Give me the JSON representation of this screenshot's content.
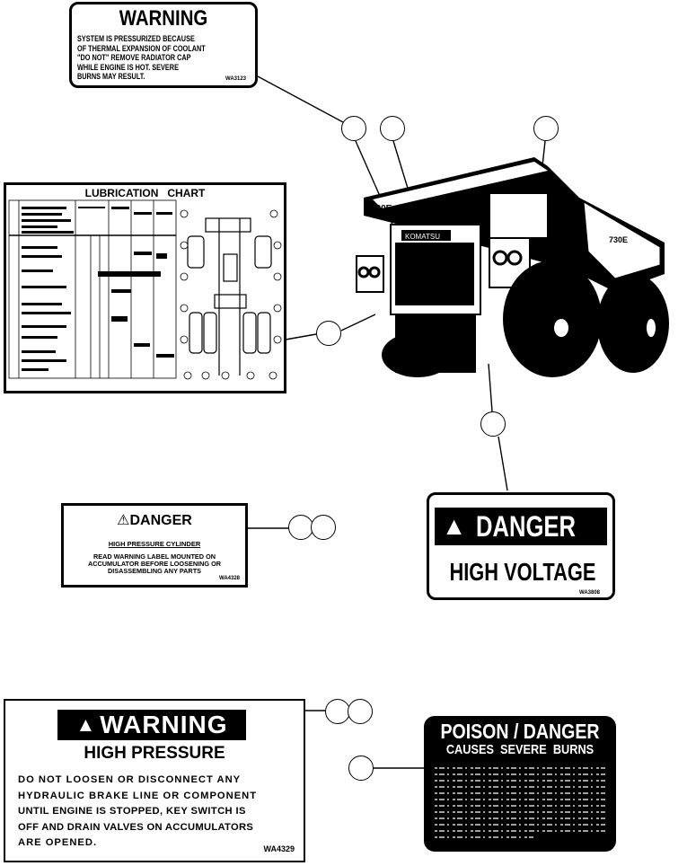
{
  "labels": {
    "radiator_warning": {
      "title": "WARNING",
      "lines": [
        "SYSTEM IS PRESSURIZED BECAUSE",
        "OF THERMAL EXPANSION OF COOLANT",
        "\"DO NOT\" REMOVE RADIATOR CAP",
        "WHILE ENGINE IS HOT. SEVERE",
        "BURNS MAY RESULT."
      ],
      "code": "WA3123"
    },
    "lubrication_chart": {
      "title": "LUBRICATION   CHART"
    },
    "cylinder_danger": {
      "title": "DANGER",
      "subtitle": "HIGH PRESSURE CYLINDER",
      "lines": [
        "READ WARNING LABEL MOUNTED ON",
        "ACCUMULATOR BEFORE LOOSENING OR",
        "DISASSEMBLING ANY PARTS"
      ],
      "code": "WA4328"
    },
    "high_voltage": {
      "title": "DANGER",
      "subtitle": "HIGH VOLTAGE",
      "code": "WA3808"
    },
    "high_pressure_warning": {
      "title": "WARNING",
      "subtitle": "HIGH PRESSURE",
      "lines": [
        "DO NOT LOOSEN OR DISCONNECT ANY",
        "HYDRAULIC BRAKE LINE OR COMPONENT",
        "UNTIL ENGINE IS STOPPED, KEY SWITCH IS",
        "OFF AND DRAIN VALVES ON ACCUMULATORS",
        "ARE OPENED."
      ],
      "code": "WA4329"
    },
    "poison_danger": {
      "title": "POISON / DANGER",
      "subtitle": "CAUSES  SEVERE  BURNS"
    }
  },
  "truck": {
    "brand": "KOMATSU",
    "model": "730E"
  },
  "colors": {
    "ink": "#000000",
    "paper": "#ffffff"
  }
}
